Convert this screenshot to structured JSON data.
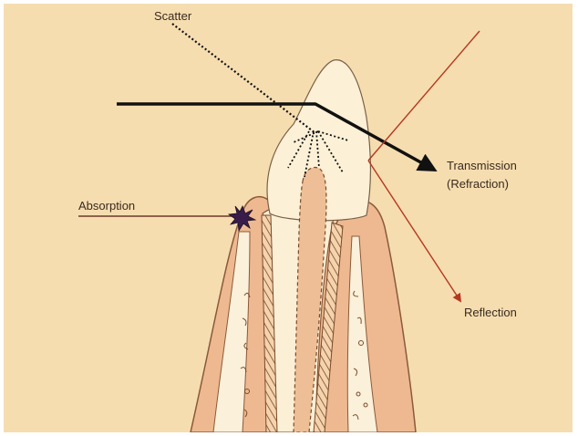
{
  "diagram": {
    "labels": {
      "scatter": "Scatter",
      "transmission": "Transmission",
      "refraction": "(Refraction)",
      "absorption": "Absorption",
      "reflection": "Reflection"
    },
    "colors": {
      "background": "#f5ddb0",
      "gum": "#eeb990",
      "crown": "#fcf0d6",
      "pulp": "#eebf96",
      "beam": "#111111",
      "reflection_line": "#b5371f",
      "absorption_burst": "#3a1c4a"
    }
  }
}
